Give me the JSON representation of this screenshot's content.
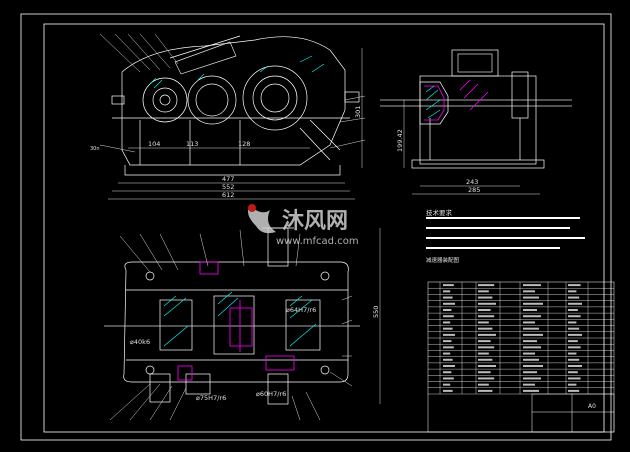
{
  "drawing": {
    "front_view": {
      "dims_bottom": [
        "104",
        "113",
        "128",
        "477",
        "552",
        "612"
      ],
      "dim_right": "301",
      "label_left": "30n"
    },
    "side_view": {
      "dims_bottom": [
        "243",
        "285"
      ],
      "dim_left": "199.42"
    },
    "plan_view": {
      "dim_right": "550",
      "fits": [
        "⌀64H7/r6",
        "⌀40k6",
        "⌀75H7/r6",
        "⌀60H7/r6"
      ]
    },
    "notes": {
      "title": "技术要求",
      "footer": "减速器装配图"
    },
    "title_block": {
      "drawing_number": "A0"
    }
  },
  "watermark": {
    "brand_cn": "沐风网",
    "url": "www.mfcad.com"
  },
  "colors": {
    "background": "#000000",
    "frame": "#ffffff",
    "outline": "#ffffff",
    "hatch": "#00ffff",
    "section": "#ff00ff",
    "dimension": "#e0e0e0",
    "watermark": "#cfcfcf",
    "watermark_accent": "#e02020"
  }
}
